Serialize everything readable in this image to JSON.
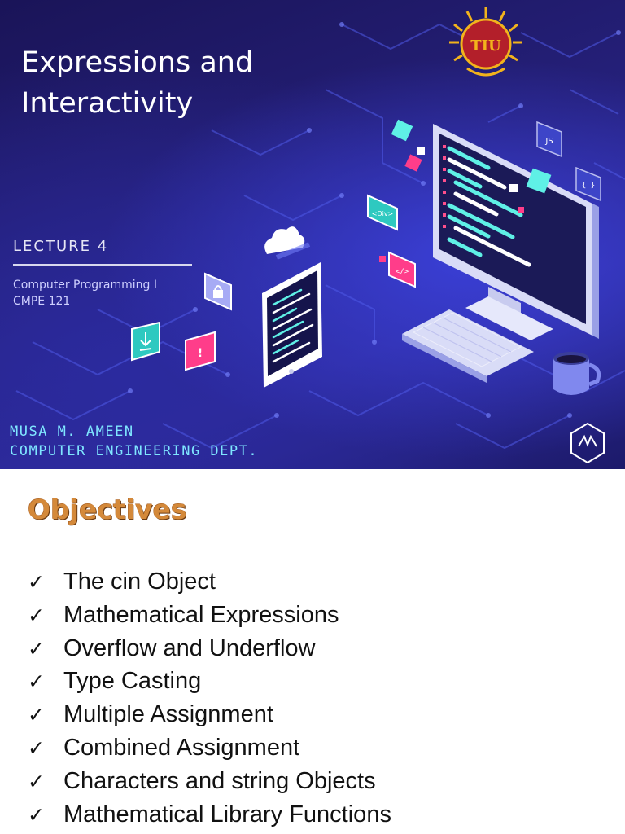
{
  "title_slide": {
    "title_line1": "Expressions and",
    "title_line2": "Interactivity",
    "lecture": "LECTURE 4",
    "course_name": "Computer Programming I",
    "course_code": "CMPE 121",
    "author_name": "MUSA M. AMEEN",
    "author_dept": "COMPUTER ENGINEERING DEPT.",
    "logo_text": "TIU",
    "icons": {
      "js": "JS",
      "braces": "{ }",
      "div": "<Div>",
      "tag": "</>",
      "alert": "!"
    },
    "colors": {
      "background": "#25207a",
      "accent_cyan": "#5ff0e6",
      "accent_pink": "#ff3d8a",
      "author_text": "#7fe6ff"
    }
  },
  "objectives_slide": {
    "heading": "Objectives",
    "check_glyph": "✓",
    "items": [
      {
        "label": "The cin Object"
      },
      {
        "label": "Mathematical Expressions"
      },
      {
        "label": "Overflow and Underflow"
      },
      {
        "label": "Type Casting"
      },
      {
        "label": "Multiple Assignment"
      },
      {
        "label": "Combined Assignment"
      },
      {
        "label": "Characters and string Objects"
      },
      {
        "label": "Mathematical Library Functions"
      }
    ],
    "colors": {
      "heading": "#d4893a"
    }
  }
}
